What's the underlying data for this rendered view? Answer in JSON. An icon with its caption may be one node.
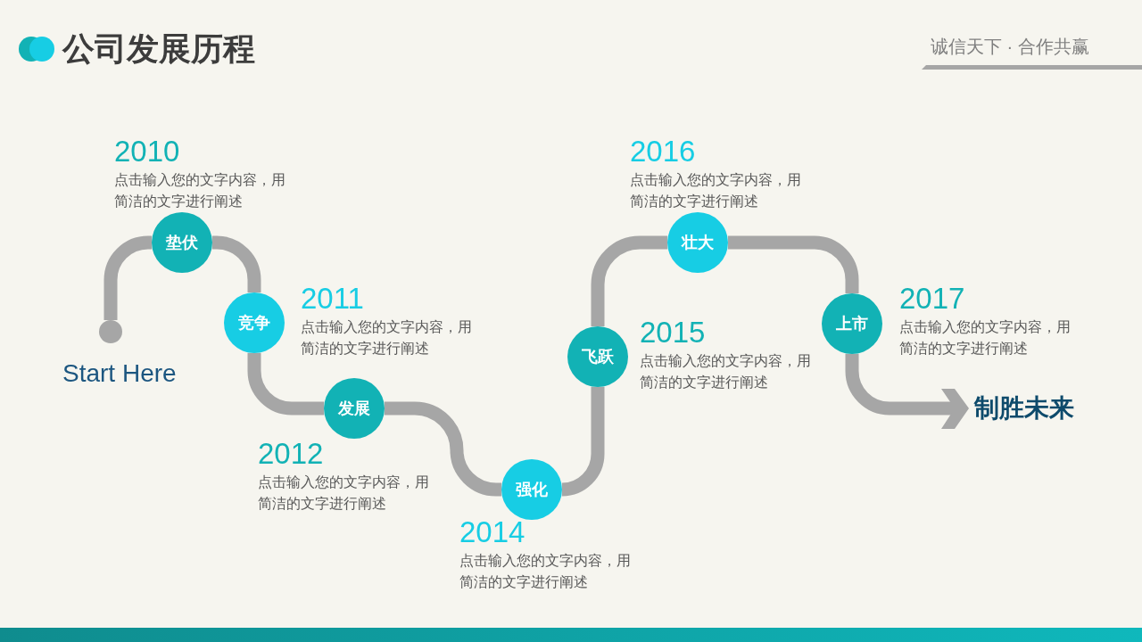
{
  "diagram": {
    "title": "公司发展历程",
    "nodes": [
      {
        "text": [],
        "shape": "circle",
        "beside": [
          "Start Here"
        ]
      },
      {
        "text": [
          "垫伏"
        ],
        "beside": [
          "2010",
          "点击输入您的文字内容，用简洁的文字进行阐述"
        ]
      },
      {
        "text": [
          "竞争"
        ],
        "beside": [
          "2011",
          "点击输入您的文字内容，用简洁的文字进行阐述"
        ]
      },
      {
        "text": [
          "发展"
        ],
        "beside": [
          "2012",
          "点击输入您的文字内容，用简洁的文字进行阐述"
        ]
      },
      {
        "text": [
          "强化"
        ],
        "beside": [
          "2014",
          "点击输入您的文字内容，用简洁的文字进行阐述"
        ]
      },
      {
        "text": [
          "飞跃"
        ],
        "beside": [
          "2015",
          "点击输入您的文字内容，用简洁的文字进行阐述"
        ]
      },
      {
        "text": [
          "壮大"
        ],
        "beside": [
          "2016",
          "点击输入您的文字内容，用简洁的文字进行阐述"
        ]
      },
      {
        "text": [
          "上市"
        ],
        "beside": [
          "2017",
          "点击输入您的文字内容，用简洁的文字进行阐述"
        ]
      },
      {
        "text": [
          "制胜未来"
        ]
      }
    ],
    "edges": [
      {
        "from": 0,
        "to": 1,
        "arrow": "none"
      },
      {
        "from": 1,
        "to": 2,
        "arrow": "none"
      },
      {
        "from": 2,
        "to": 3,
        "arrow": "none"
      },
      {
        "from": 3,
        "to": 4,
        "arrow": "none"
      },
      {
        "from": 4,
        "to": 5,
        "arrow": "none"
      },
      {
        "from": 5,
        "to": 6,
        "arrow": "none"
      },
      {
        "from": 6,
        "to": 7,
        "arrow": "none"
      },
      {
        "from": 7,
        "to": 8,
        "arrow": "to"
      }
    ],
    "labels": [
      "诚信天下 · 合作共赢"
    ]
  }
}
